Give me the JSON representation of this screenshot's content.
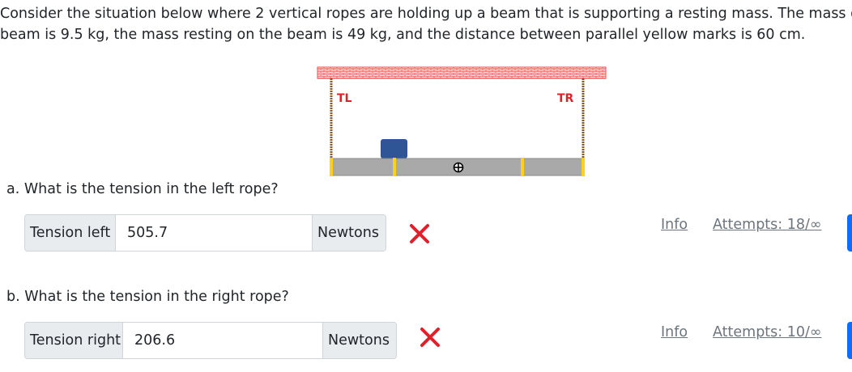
{
  "problem": {
    "line1": "Consider the situation below where 2 vertical ropes are holding up a beam that is supporting a resting mass. The mass of the",
    "line2": "beam is 9.5 kg, the mass resting on the beam is 49 kg, and the distance between parallel yellow marks is 60 cm."
  },
  "figure": {
    "label_left": "TL",
    "label_right": "TR",
    "colors": {
      "ceiling": "#e05050",
      "beam": "#a9a9a9",
      "marks": "#ffd11a",
      "mass": "#2f5597",
      "labels": "#e0202a"
    }
  },
  "question_a": {
    "prompt": "a. What is the tension in the left rope?",
    "prefix": "Tension left",
    "value": "505.7",
    "unit": "Newtons",
    "status_icon": "red-x-icon",
    "info_label": "Info",
    "attempts_label": "Attempts: 18/∞"
  },
  "question_b": {
    "prompt": "b. What is the tension in the right rope?",
    "prefix": "Tension right",
    "value": "206.6",
    "unit": "Newtons",
    "status_icon": "red-x-icon",
    "info_label": "Info",
    "attempts_label": "Attempts: 10/∞"
  }
}
